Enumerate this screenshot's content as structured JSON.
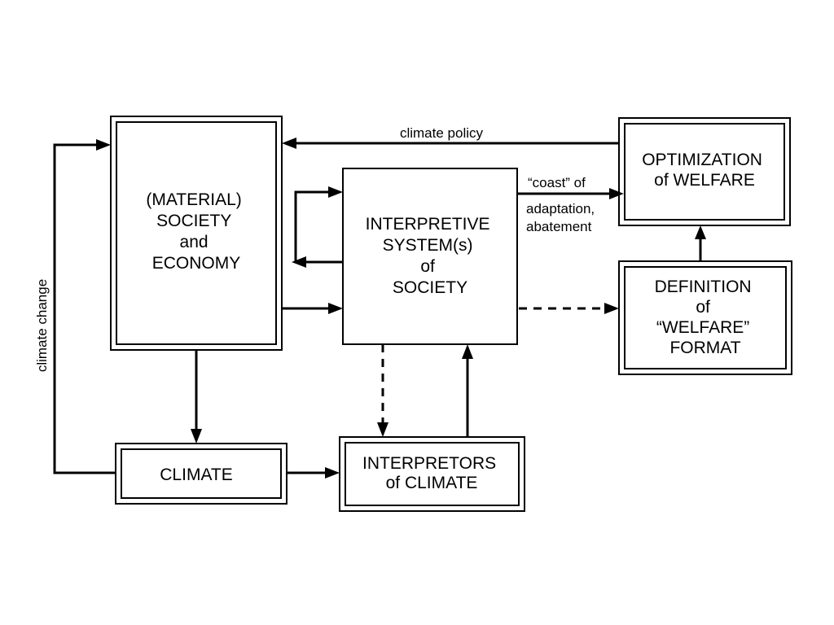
{
  "boxes": {
    "material_society": {
      "lines": [
        "(MATERIAL)",
        "SOCIETY",
        "and",
        "ECONOMY"
      ]
    },
    "interpretive_system": {
      "lines": [
        "INTERPRETIVE",
        "SYSTEM(s)",
        "of",
        "SOCIETY"
      ]
    },
    "optimization": {
      "lines": [
        "OPTIMIZATION",
        "of WELFARE"
      ]
    },
    "definition": {
      "lines": [
        "DEFINITION",
        "of",
        "“WELFARE”",
        "FORMAT"
      ]
    },
    "climate": {
      "lines": [
        "CLIMATE"
      ]
    },
    "interpretors": {
      "lines": [
        "INTERPRETORS",
        "of CLIMATE"
      ]
    }
  },
  "labels": {
    "climate_policy": "climate policy",
    "climate_change": "climate change",
    "coast_of": "“coast” of",
    "adaptation": "adaptation,",
    "abatement": "abatement"
  },
  "connections": [
    {
      "from": "optimization",
      "to": "material_society",
      "label": "climate policy",
      "style": "solid"
    },
    {
      "from": "climate",
      "to": "material_society",
      "label": "climate change",
      "style": "solid"
    },
    {
      "from": "material_society",
      "to": "interpretive_system",
      "style": "solid"
    },
    {
      "from": "interpretive_system",
      "to": "interpretive_system",
      "style": "solid"
    },
    {
      "from": "interpretive_system",
      "to": "optimization",
      "label": "“coast” of adaptation, abatement",
      "style": "solid"
    },
    {
      "from": "interpretive_system",
      "to": "definition",
      "style": "dashed"
    },
    {
      "from": "definition",
      "to": "optimization",
      "style": "solid"
    },
    {
      "from": "material_society",
      "to": "climate",
      "style": "solid"
    },
    {
      "from": "climate",
      "to": "interpretors",
      "style": "solid"
    },
    {
      "from": "interpretive_system",
      "to": "interpretors",
      "style": "dashed"
    },
    {
      "from": "interpretors",
      "to": "interpretive_system",
      "style": "solid"
    }
  ]
}
